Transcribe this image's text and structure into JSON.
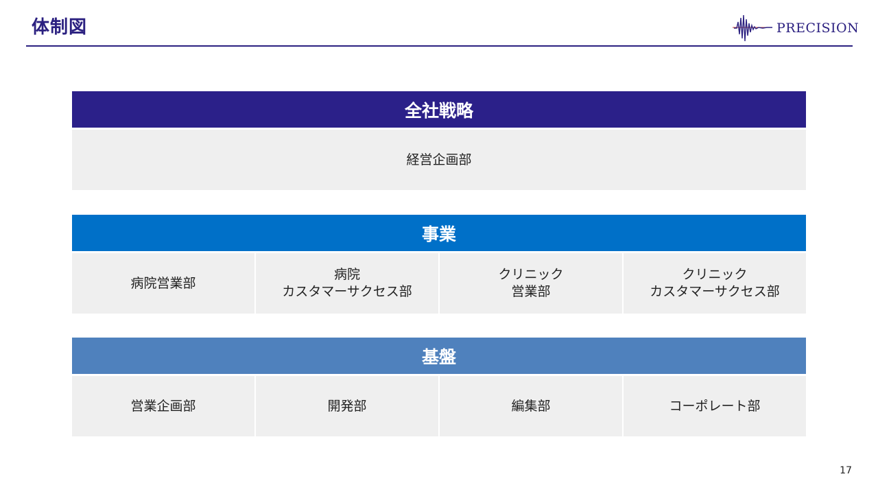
{
  "slide": {
    "title": "体制図",
    "page_number": "17"
  },
  "logo": {
    "text": "PRECISION",
    "colors": {
      "primary": "#2b2080",
      "accent": "#c0392b"
    }
  },
  "sections": [
    {
      "title": "全社戦略",
      "color": "#2b2089",
      "cells": [
        {
          "lines": [
            "経営企画部"
          ]
        }
      ]
    },
    {
      "title": "事業",
      "color": "#0070c8",
      "cells": [
        {
          "lines": [
            "病院営業部"
          ]
        },
        {
          "lines": [
            "病院",
            "カスタマーサクセス部"
          ]
        },
        {
          "lines": [
            "クリニック",
            "営業部"
          ]
        },
        {
          "lines": [
            "クリニック",
            "カスタマーサクセス部"
          ]
        }
      ]
    },
    {
      "title": "基盤",
      "color": "#4f81bd",
      "cells": [
        {
          "lines": [
            "営業企画部"
          ]
        },
        {
          "lines": [
            "開発部"
          ]
        },
        {
          "lines": [
            "編集部"
          ]
        },
        {
          "lines": [
            "コーポレート部"
          ]
        }
      ]
    }
  ],
  "colors": {
    "title": "#2b2080",
    "cell_background": "#efefef"
  }
}
